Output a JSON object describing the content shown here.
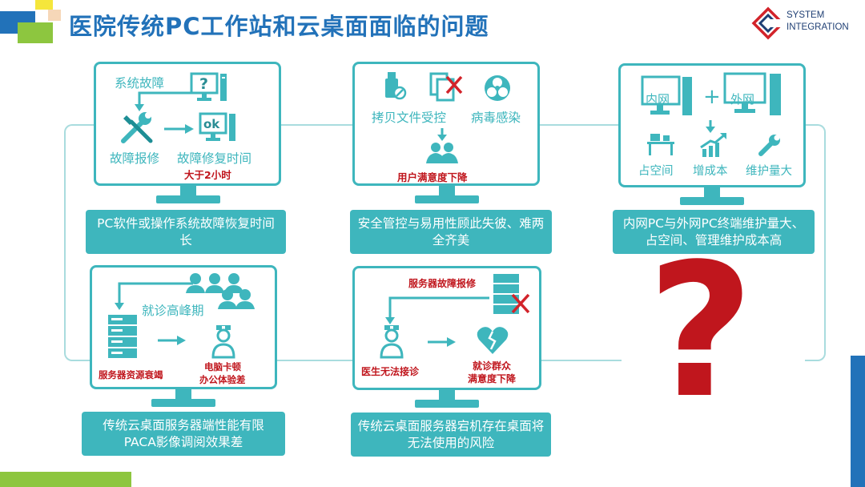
{
  "title": "医院传统PC工作站和云桌面面临的问题",
  "logo": {
    "line1": "SYSTEM",
    "line2": "INTEGRATION"
  },
  "colors": {
    "teal": "#3eb6bd",
    "red": "#c0161d",
    "blue": "#2272b9",
    "green": "#8dc63f"
  },
  "panel1": {
    "fault_label": "系统故障",
    "repair_label": "故障报修",
    "repair_time_label": "故障修复时间",
    "over_2h": "大于2小时",
    "question_mark": "?",
    "ok_text": "ok",
    "caption": "PC软件或操作系统故障恢复时间长"
  },
  "panel2": {
    "copy_label": "拷贝文件受控",
    "virus_label": "病毒感染",
    "satisfaction_label": "用户满意度下降",
    "caption": "安全管控与易用性顾此失彼、难两全齐美"
  },
  "panel3": {
    "intranet": "内网",
    "extranet": "外网",
    "plus": "+",
    "space_label": "占空间",
    "cost_label": "增成本",
    "maint_label": "维护量大",
    "caption": "内网PC与外网PC终端维护量大、占空间、管理维护成本高"
  },
  "panel4": {
    "peak_label": "就诊高峰期",
    "server_label": "服务器资源衰竭",
    "pc_lag_line1": "电脑卡顿",
    "pc_lag_line2": "办公体验差",
    "caption": "传统云桌面服务器端性能有限PACA影像调阅效果差"
  },
  "panel5": {
    "server_fault_label": "服务器故障报修",
    "doctor_label": "医生无法接诊",
    "crowd_line1": "就诊群众",
    "crowd_line2": "满意度下降",
    "caption": "传统云桌面服务器宕机存在桌面将无法使用的风险"
  },
  "big_question": "?"
}
